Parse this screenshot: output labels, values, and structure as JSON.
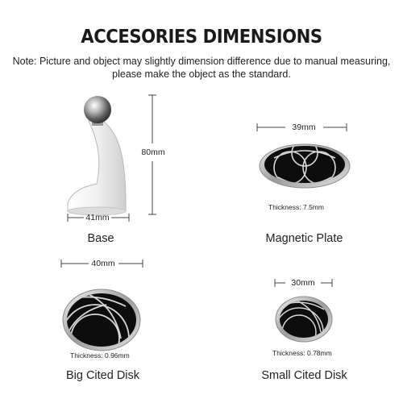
{
  "header": {
    "title": "ACCESORIES DIMENSIONS",
    "note_line1": "Note: Picture and object may slightly dimension difference due to manual measuring,",
    "note_line2": "please make the object as the standard."
  },
  "items": {
    "base": {
      "label": "Base",
      "width": "41mm",
      "height": "80mm"
    },
    "magnetic_plate": {
      "label": "Magnetic Plate",
      "width": "39mm",
      "thickness": "Thickness: 7.5mm"
    },
    "big_disk": {
      "label": "Big Cited Disk",
      "width": "40mm",
      "thickness": "Thickness: 0.96mm"
    },
    "small_disk": {
      "label": "Small Cited Disk",
      "width": "30mm",
      "thickness": "Thickness: 0.78mm"
    }
  },
  "colors": {
    "text": "#1a1a1a",
    "disk_black": "#0d0d0d",
    "silver": "#c9c9c9",
    "base_white": "#f3f3f3"
  }
}
